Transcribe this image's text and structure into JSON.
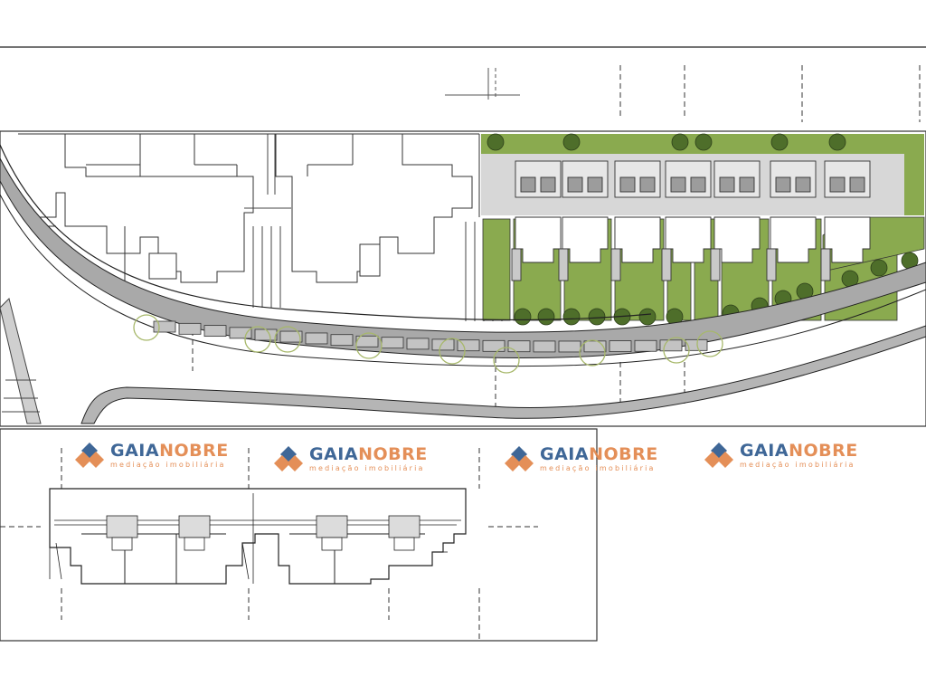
{
  "watermark": {
    "brand_part1": "GAIA",
    "brand_part2": "NOBRE",
    "tagline": "mediação imobiliária",
    "colors": {
      "blue": "#2f5b8f",
      "orange": "#e2864a"
    }
  },
  "colors": {
    "lawn": "#8aaa4f",
    "lawn_dark": "#6f8f3a",
    "tree": "#4e6e2a",
    "paving": "#d7d7d7",
    "road": "#a9a9a9",
    "line": "#1e1e1e"
  }
}
